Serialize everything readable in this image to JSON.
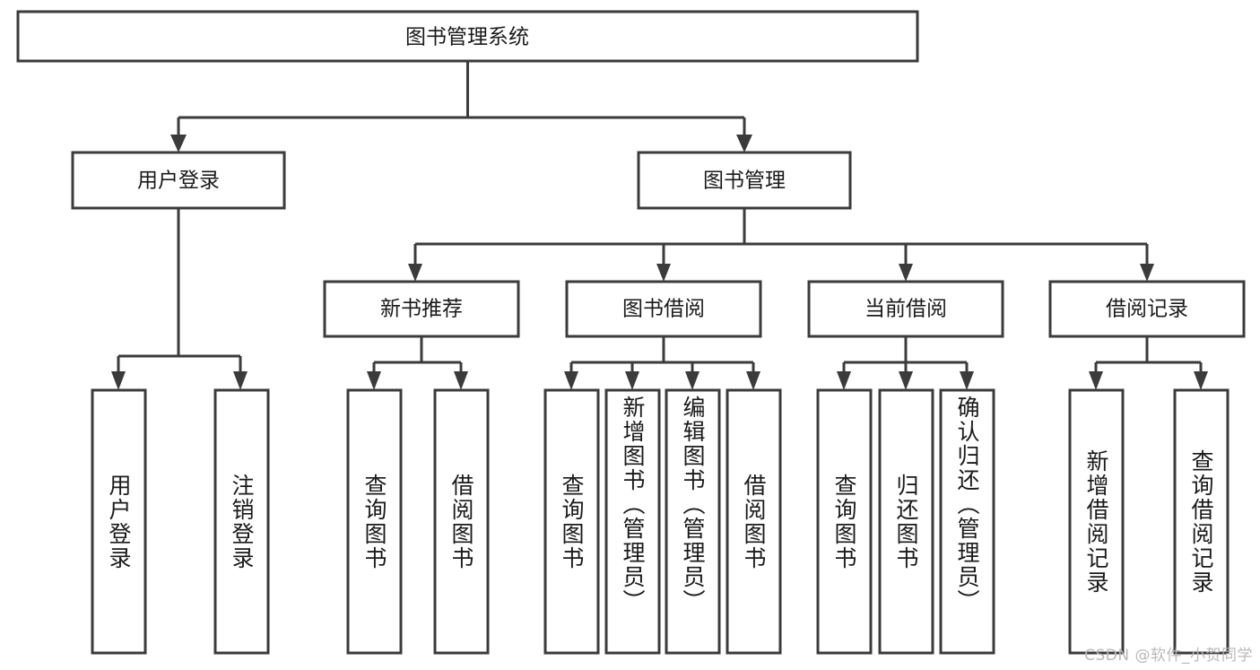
{
  "diagram": {
    "type": "tree-flowchart",
    "title_node": {
      "id": "root",
      "label": "图书管理系统"
    },
    "level2": [
      {
        "id": "user-login",
        "label": "用户登录"
      },
      {
        "id": "book-manage",
        "label": "图书管理"
      }
    ],
    "level3": [
      {
        "id": "new-book-recommend",
        "label": "新书推荐"
      },
      {
        "id": "book-borrow",
        "label": "图书借阅"
      },
      {
        "id": "current-borrow",
        "label": "当前借阅"
      },
      {
        "id": "borrow-record",
        "label": "借阅记录"
      }
    ],
    "leaves": [
      {
        "id": "leaf-user-login",
        "label": "用户登录",
        "parent": "user-login"
      },
      {
        "id": "leaf-logout-login",
        "label": "注销登录",
        "parent": "user-login"
      },
      {
        "id": "leaf-query-book-1",
        "label": "查询图书",
        "parent": "new-book-recommend"
      },
      {
        "id": "leaf-borrow-book-1",
        "label": "借阅图书",
        "parent": "new-book-recommend"
      },
      {
        "id": "leaf-query-book-2",
        "label": "查询图书",
        "parent": "book-borrow"
      },
      {
        "id": "leaf-add-book-admin",
        "label": "新增图书（管理员）",
        "parent": "book-borrow"
      },
      {
        "id": "leaf-edit-book-admin",
        "label": "编辑图书（管理员）",
        "parent": "book-borrow"
      },
      {
        "id": "leaf-borrow-book-2",
        "label": "借阅图书",
        "parent": "book-borrow"
      },
      {
        "id": "leaf-query-book-3",
        "label": "查询图书",
        "parent": "current-borrow"
      },
      {
        "id": "leaf-return-book",
        "label": "归还图书",
        "parent": "current-borrow"
      },
      {
        "id": "leaf-confirm-return-admin",
        "label": "确认归还（管理员）",
        "parent": "current-borrow"
      },
      {
        "id": "leaf-add-borrow-record",
        "label": "新增借阅记录",
        "parent": "borrow-record"
      },
      {
        "id": "leaf-query-borrow-record",
        "label": "查询借阅记录",
        "parent": "borrow-record"
      }
    ]
  },
  "colors": {
    "stroke": "#3b3b3b",
    "box_fill": "#ffffff",
    "text": "#1a1a1a",
    "watermark": "#b9b9b9",
    "background": "#ffffff"
  },
  "watermark": {
    "text": "CSDN @软件_小贺同学"
  }
}
